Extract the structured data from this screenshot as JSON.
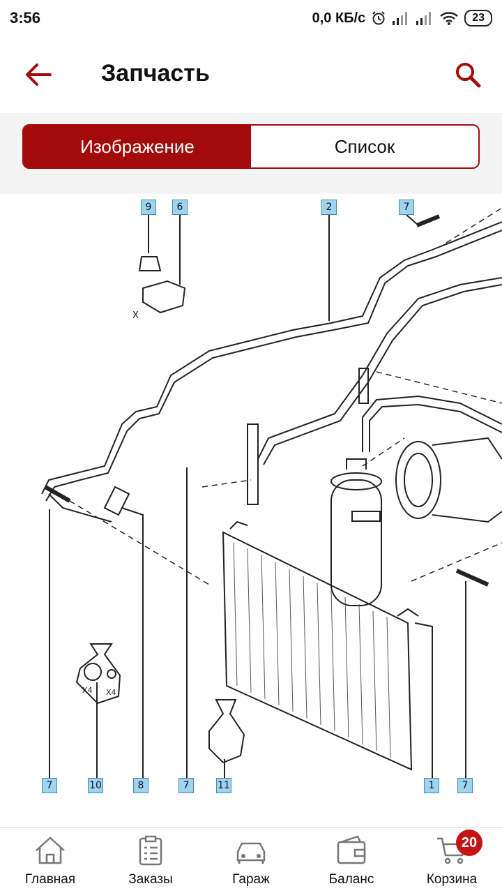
{
  "status": {
    "time": "3:56",
    "speed": "0,0 КБ/с",
    "battery": "23"
  },
  "header": {
    "title": "Запчасть",
    "back_icon": "arrow-left-icon",
    "search_icon": "search-icon"
  },
  "tabs": [
    {
      "label": "Изображение",
      "active": true
    },
    {
      "label": "Список",
      "active": false
    }
  ],
  "colors": {
    "accent": "#a30a0a",
    "callout_fill": "#9fd4ef",
    "badge": "#c41414"
  },
  "diagram": {
    "callouts": [
      "9",
      "6",
      "2",
      "7",
      "7",
      "10",
      "8",
      "7",
      "11",
      "1",
      "7"
    ],
    "labels": [
      "X",
      "X4",
      "X4"
    ]
  },
  "nav": [
    {
      "label": "Главная",
      "icon": "home-icon"
    },
    {
      "label": "Заказы",
      "icon": "orders-icon"
    },
    {
      "label": "Гараж",
      "icon": "car-icon"
    },
    {
      "label": "Баланс",
      "icon": "wallet-icon"
    },
    {
      "label": "Корзина",
      "icon": "cart-icon",
      "badge": "20"
    }
  ]
}
